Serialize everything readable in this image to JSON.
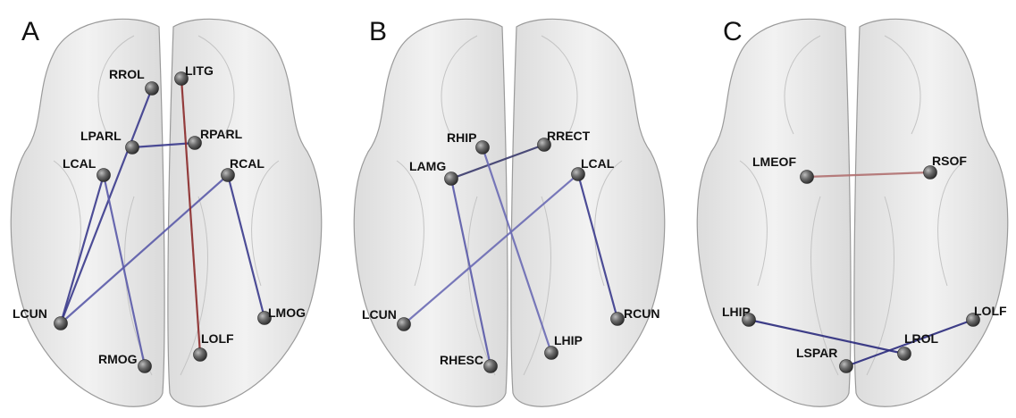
{
  "panels": [
    {
      "id": "A",
      "letter": "A",
      "nodes": [
        {
          "id": "RROL",
          "label": "RROL"
        },
        {
          "id": "LITG",
          "label": "LITG"
        },
        {
          "id": "LPARL",
          "label": "LPARL"
        },
        {
          "id": "RPARL",
          "label": "RPARL"
        },
        {
          "id": "LCAL",
          "label": "LCAL"
        },
        {
          "id": "RCAL",
          "label": "RCAL"
        },
        {
          "id": "LCUN",
          "label": "LCUN"
        },
        {
          "id": "LMOG",
          "label": "LMOG"
        },
        {
          "id": "RMOG",
          "label": "RMOG"
        },
        {
          "id": "LOLF",
          "label": "LOLF"
        }
      ],
      "edges": [
        {
          "from": "LCUN",
          "to": "RROL",
          "color": "#3a3a8c"
        },
        {
          "from": "LCUN",
          "to": "LCAL",
          "color": "#3a3a8c"
        },
        {
          "from": "LCUN",
          "to": "RCAL",
          "color": "#5a5aa8"
        },
        {
          "from": "LCAL",
          "to": "RMOG",
          "color": "#5a5aa8"
        },
        {
          "from": "LPARL",
          "to": "RPARL",
          "color": "#3a3a8c"
        },
        {
          "from": "RCAL",
          "to": "LMOG",
          "color": "#3a3a8c"
        },
        {
          "from": "LITG",
          "to": "LOLF",
          "color": "#8b2a2a"
        }
      ]
    },
    {
      "id": "B",
      "letter": "B",
      "nodes": [
        {
          "id": "RHIP",
          "label": "RHIP"
        },
        {
          "id": "RRECT",
          "label": "RRECT"
        },
        {
          "id": "LAMG",
          "label": "LAMG"
        },
        {
          "id": "LCAL",
          "label": "LCAL"
        },
        {
          "id": "LCUN",
          "label": "LCUN"
        },
        {
          "id": "RCUN",
          "label": "RCUN"
        },
        {
          "id": "RHESC",
          "label": "RHESC"
        },
        {
          "id": "LHIP",
          "label": "LHIP"
        }
      ],
      "edges": [
        {
          "from": "LAMG",
          "to": "RRECT",
          "color": "#3a3a6c"
        },
        {
          "from": "LAMG",
          "to": "RHESC",
          "color": "#5a5aa8"
        },
        {
          "from": "RHIP",
          "to": "LHIP",
          "color": "#6a6ab4"
        },
        {
          "from": "LCAL",
          "to": "LCUN",
          "color": "#6a6ab4"
        },
        {
          "from": "LCAL",
          "to": "RCUN",
          "color": "#3a3a8c"
        }
      ]
    },
    {
      "id": "C",
      "letter": "C",
      "nodes": [
        {
          "id": "LMEOF",
          "label": "LMEOF"
        },
        {
          "id": "RSOF",
          "label": "RSOF"
        },
        {
          "id": "LHIP",
          "label": "LHIP"
        },
        {
          "id": "LOLF",
          "label": "LOLF"
        },
        {
          "id": "LROL",
          "label": "LROL"
        },
        {
          "id": "LSPAR",
          "label": "LSPAR"
        }
      ],
      "edges": [
        {
          "from": "LMEOF",
          "to": "RSOF",
          "color": "#b07070"
        },
        {
          "from": "LHIP",
          "to": "LROL",
          "color": "#2a2a7c"
        },
        {
          "from": "LSPAR",
          "to": "LOLF",
          "color": "#2a2a7c"
        }
      ]
    }
  ]
}
